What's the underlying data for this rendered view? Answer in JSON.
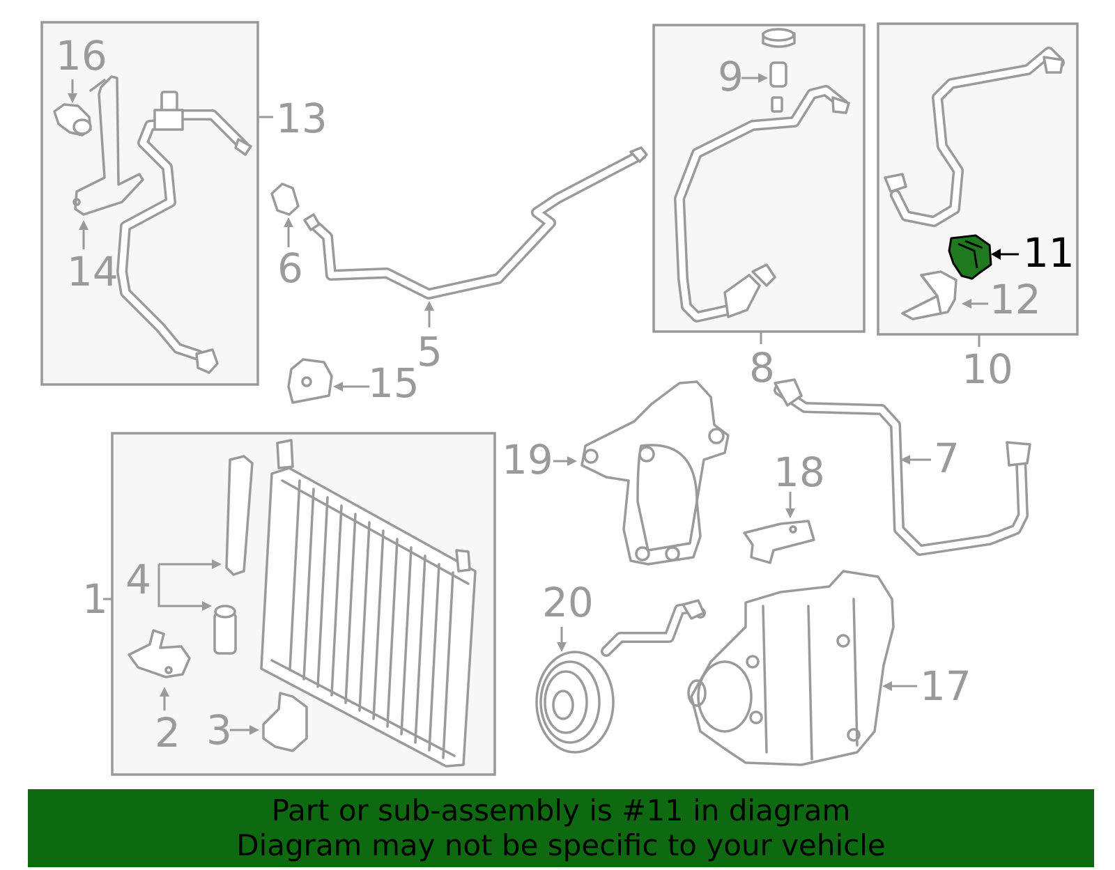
{
  "callouts": {
    "c1": "1",
    "c2": "2",
    "c3": "3",
    "c4": "4",
    "c5": "5",
    "c6": "6",
    "c7": "7",
    "c8": "8",
    "c9": "9",
    "c10": "10",
    "c11": "11",
    "c12": "12",
    "c13": "13",
    "c14": "14",
    "c15": "15",
    "c16": "16",
    "c17": "17",
    "c18": "18",
    "c19": "19",
    "c20": "20"
  },
  "highlighted_part": "11",
  "colors": {
    "highlight": "#1f7a1f",
    "banner": "#0e6a10",
    "line_art": "#9a9a9a"
  },
  "banner": {
    "line1": "Part or sub-assembly is #11 in diagram",
    "line2": "Diagram may not be specific to your vehicle"
  }
}
